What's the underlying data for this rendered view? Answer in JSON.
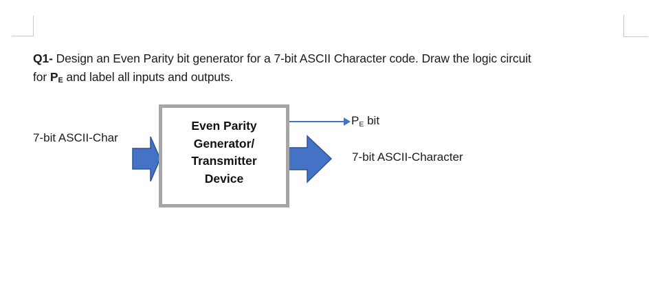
{
  "colors": {
    "background": "#FFFFFF",
    "text_color": "#1B1B1B",
    "arrow_fill": "#4472C4",
    "arrow_stroke": "#2F528F",
    "box_border": "#A6A6A6",
    "corner_mark": "#C8C8C8"
  },
  "question": {
    "label": "Q1-",
    "line1": " Design an Even Parity bit generator for a 7-bit ASCII Character code. Draw the logic circuit",
    "line2_prefix": "for ",
    "parity_symbol": "P",
    "parity_subscript": "E",
    "line2_suffix": " and label all inputs and outputs."
  },
  "diagram": {
    "input_label": "7-bit ASCII-Char",
    "box": {
      "lines": [
        "Even Parity",
        "Generator/",
        "Transmitter",
        "Device"
      ]
    },
    "pe_output": {
      "symbol": "P",
      "subscript": "E",
      "suffix": " bit"
    },
    "output_label": "7-bit ASCII-Character"
  }
}
